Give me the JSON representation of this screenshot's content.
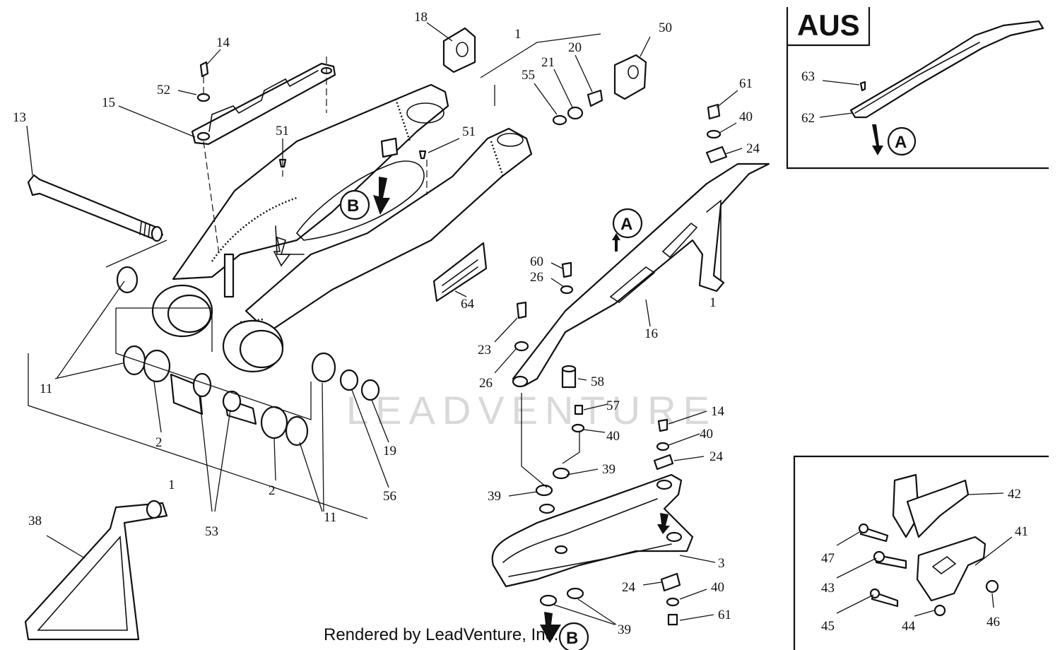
{
  "callouts": {
    "c1_top": "1",
    "c1_left": "1",
    "c1_chain": "1",
    "c2a": "2",
    "c2b": "2",
    "c3": "3",
    "c11a": "11",
    "c11b": "11",
    "c13": "13",
    "c14a": "14",
    "c14b": "14",
    "c15": "15",
    "c16": "16",
    "c18": "18",
    "c19": "19",
    "c20": "20",
    "c21": "21",
    "c23": "23",
    "c24a": "24",
    "c24b": "24",
    "c24c": "24",
    "c26a": "26",
    "c26b": "26",
    "c38": "38",
    "c39a": "39",
    "c39b": "39",
    "c39c": "39",
    "c40a": "40",
    "c40b": "40",
    "c40c": "40",
    "c40d": "40",
    "c41": "41",
    "c42": "42",
    "c43": "43",
    "c44": "44",
    "c45": "45",
    "c46": "46",
    "c47": "47",
    "c50": "50",
    "c51a": "51",
    "c51b": "51",
    "c52": "52",
    "c53": "53",
    "c55": "55",
    "c56": "56",
    "c57": "57",
    "c58": "58",
    "c60": "60",
    "c61a": "61",
    "c61b": "61",
    "c62": "62",
    "c63": "63",
    "c64": "64"
  },
  "refs": {
    "a": "A",
    "b": "B"
  },
  "aus_label": "AUS",
  "watermark": "LEADVENTURE",
  "credit": "Rendered by LeadVenture, Inc."
}
